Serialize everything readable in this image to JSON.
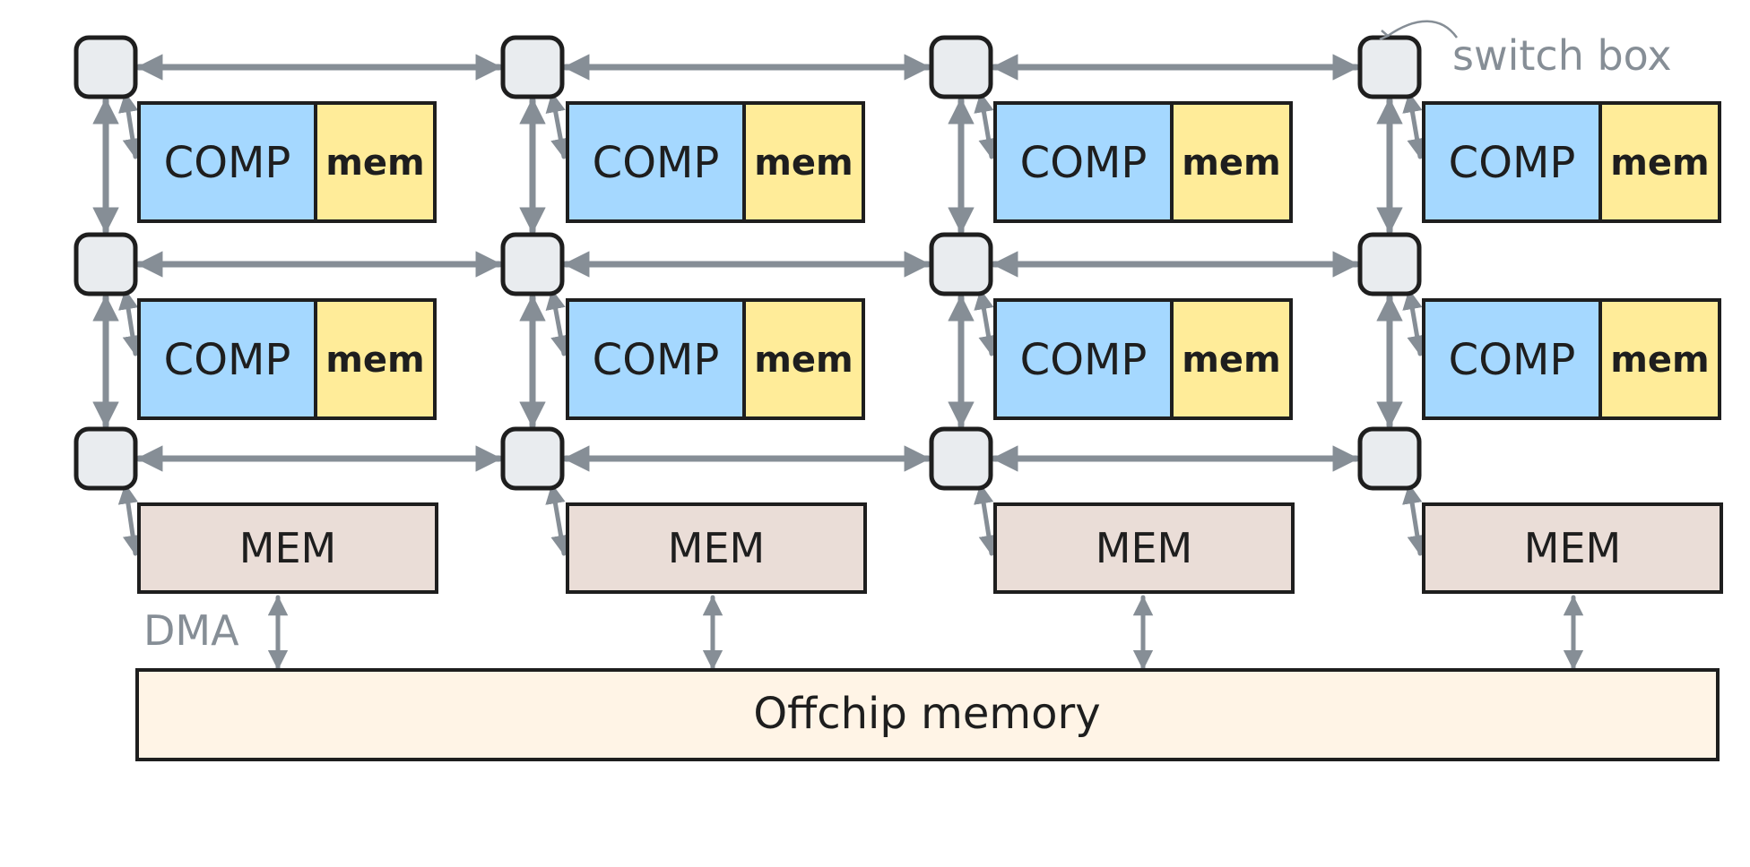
{
  "labels": {
    "compute": "COMP",
    "local_memory": "mem",
    "memory_tile": "MEM",
    "offchip": "Offchip memory",
    "switch_box": "switch box",
    "dma": "DMA"
  },
  "grid": {
    "columns": 4,
    "compute_rows": 2,
    "switch_rows": 3
  },
  "colors": {
    "switch_fill": "#e9ecef",
    "comp_fill": "#a5d8ff",
    "mem_fill": "#ffec99",
    "memtile_fill": "#eaddd7",
    "offchip_fill": "#fff4e6",
    "arrow": "#868e96",
    "stroke": "#1e1e1e"
  }
}
